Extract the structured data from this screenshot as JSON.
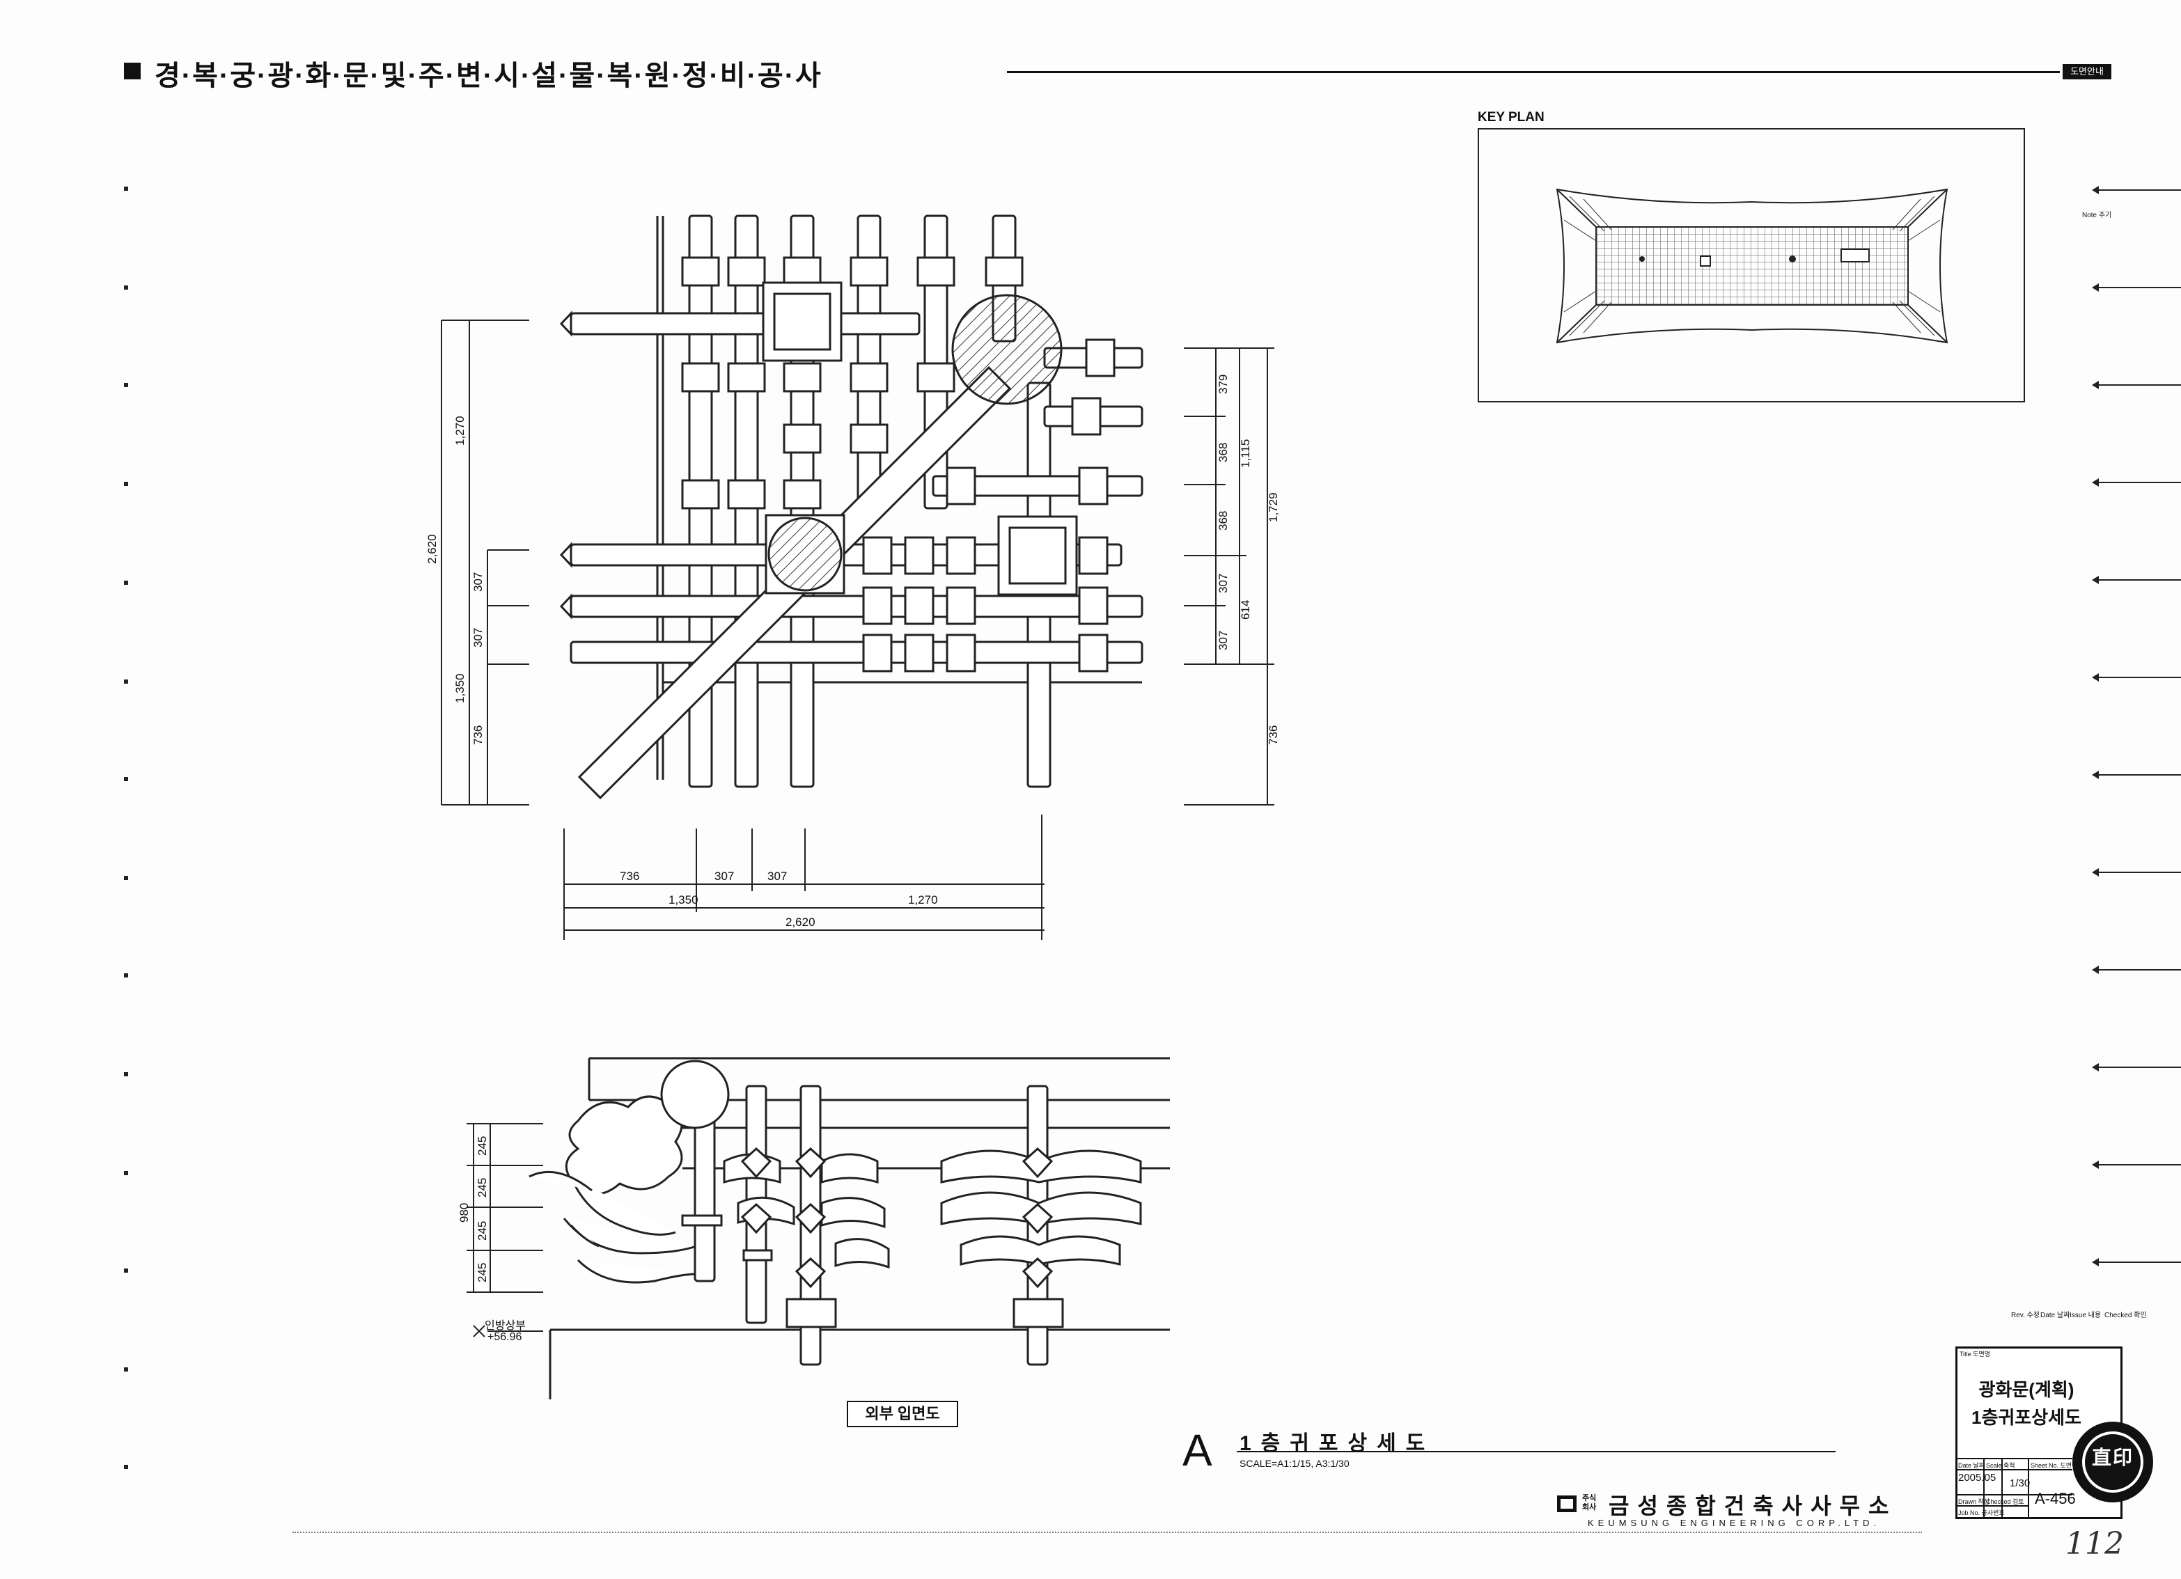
{
  "header": {
    "project_title": "경·복·궁·광·화·문·및·주·변·시·설·물·복·원·정·비·공·사",
    "tag": "도면안내"
  },
  "side_note": "Note 주기",
  "key_plan": {
    "label": "KEY PLAN"
  },
  "plan_dimensions": {
    "left_overall": "2,620",
    "left_upper": "1,270",
    "left_lower": "1,350",
    "left_seg_307_a": "307",
    "left_seg_307_b": "307",
    "left_seg_736": "736",
    "right_379": "379",
    "right_368_a": "368",
    "right_368_b": "368",
    "right_307_a": "307",
    "right_307_b": "307",
    "right_1115": "1,115",
    "right_1729": "1,729",
    "right_614": "614",
    "right_736": "736",
    "bottom_736": "736",
    "bottom_307_a": "307",
    "bottom_307_b": "307",
    "bottom_1350": "1,350",
    "bottom_1270": "1,270",
    "bottom_2620": "2,620"
  },
  "elevation": {
    "dim_980": "980",
    "dim_245_a": "245",
    "dim_245_b": "245",
    "dim_245_c": "245",
    "dim_245_d": "245",
    "datum_label": "인방상부",
    "datum_value": "+56.96",
    "caption": "외부 입면도"
  },
  "drawing_title": {
    "letter": "A",
    "name": "1층귀포상세도",
    "scale": "SCALE=A1:1/15, A3:1/30"
  },
  "firm": {
    "kind": "주식회사",
    "name_ko": "금성종합건축사사무소",
    "name_en": "KEUMSUNG ENGINEERING CORP.LTD."
  },
  "revision_header": {
    "rev": "Rev. 수정",
    "date": "Date 날짜",
    "issue": "Issue 내용",
    "checked": "Checked 확인"
  },
  "title_block": {
    "title_label": "Title 도면명",
    "name_line1": "광화문(계획)",
    "name_line2": "1층귀포상세도",
    "date": "2005.05",
    "scale": "1/30",
    "sheet_no": "A-456",
    "label_date": "Date 날짜",
    "label_scale": "Scale 축척",
    "label_sheet": "Sheet No. 도면번호",
    "label_drawn": "Drawn 작성",
    "label_checked": "Checked 검토",
    "label_job": "Job No. 공사번호"
  },
  "seal_text": "直印",
  "page_number_handwritten": "112"
}
